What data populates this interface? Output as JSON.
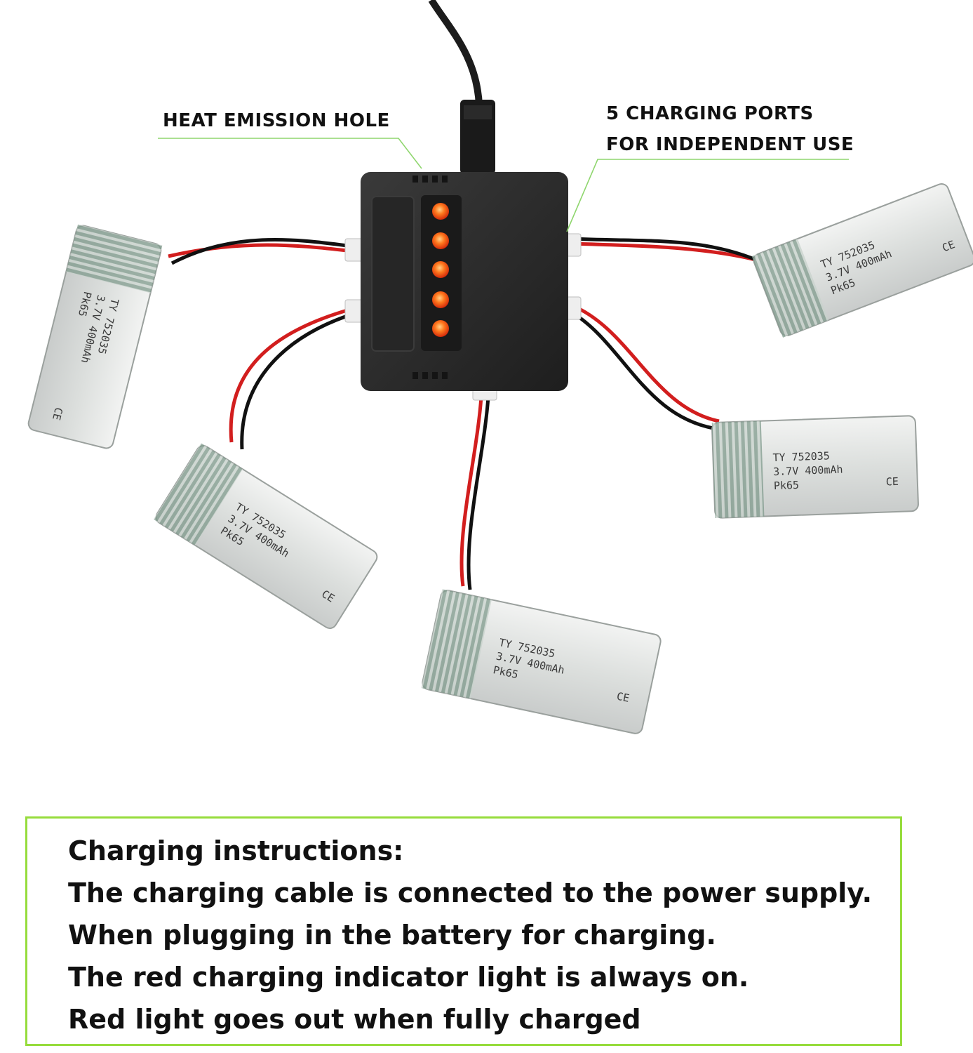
{
  "callouts": {
    "heat_emission": "HEAT EMISSION HOLE",
    "charging_ports_line1": "5 CHARGING PORTS",
    "charging_ports_line2": "FOR INDEPENDENT USE"
  },
  "battery_label": {
    "model": "TY 752035",
    "spec": "3.7V 400mAh",
    "code": "Pk65",
    "mark": "CE"
  },
  "instructions": {
    "heading": "Charging instructions:",
    "lines": [
      "The charging cable is connected to the power supply.",
      "When plugging in the battery for charging.",
      "The red charging indicator light is always on.",
      "Red light goes out when fully charged"
    ]
  },
  "colors": {
    "accent_border": "#96dc3c",
    "leader_line": "#8fd66e",
    "led": "#ff5a14",
    "charger_body": "#2b2b2b"
  }
}
